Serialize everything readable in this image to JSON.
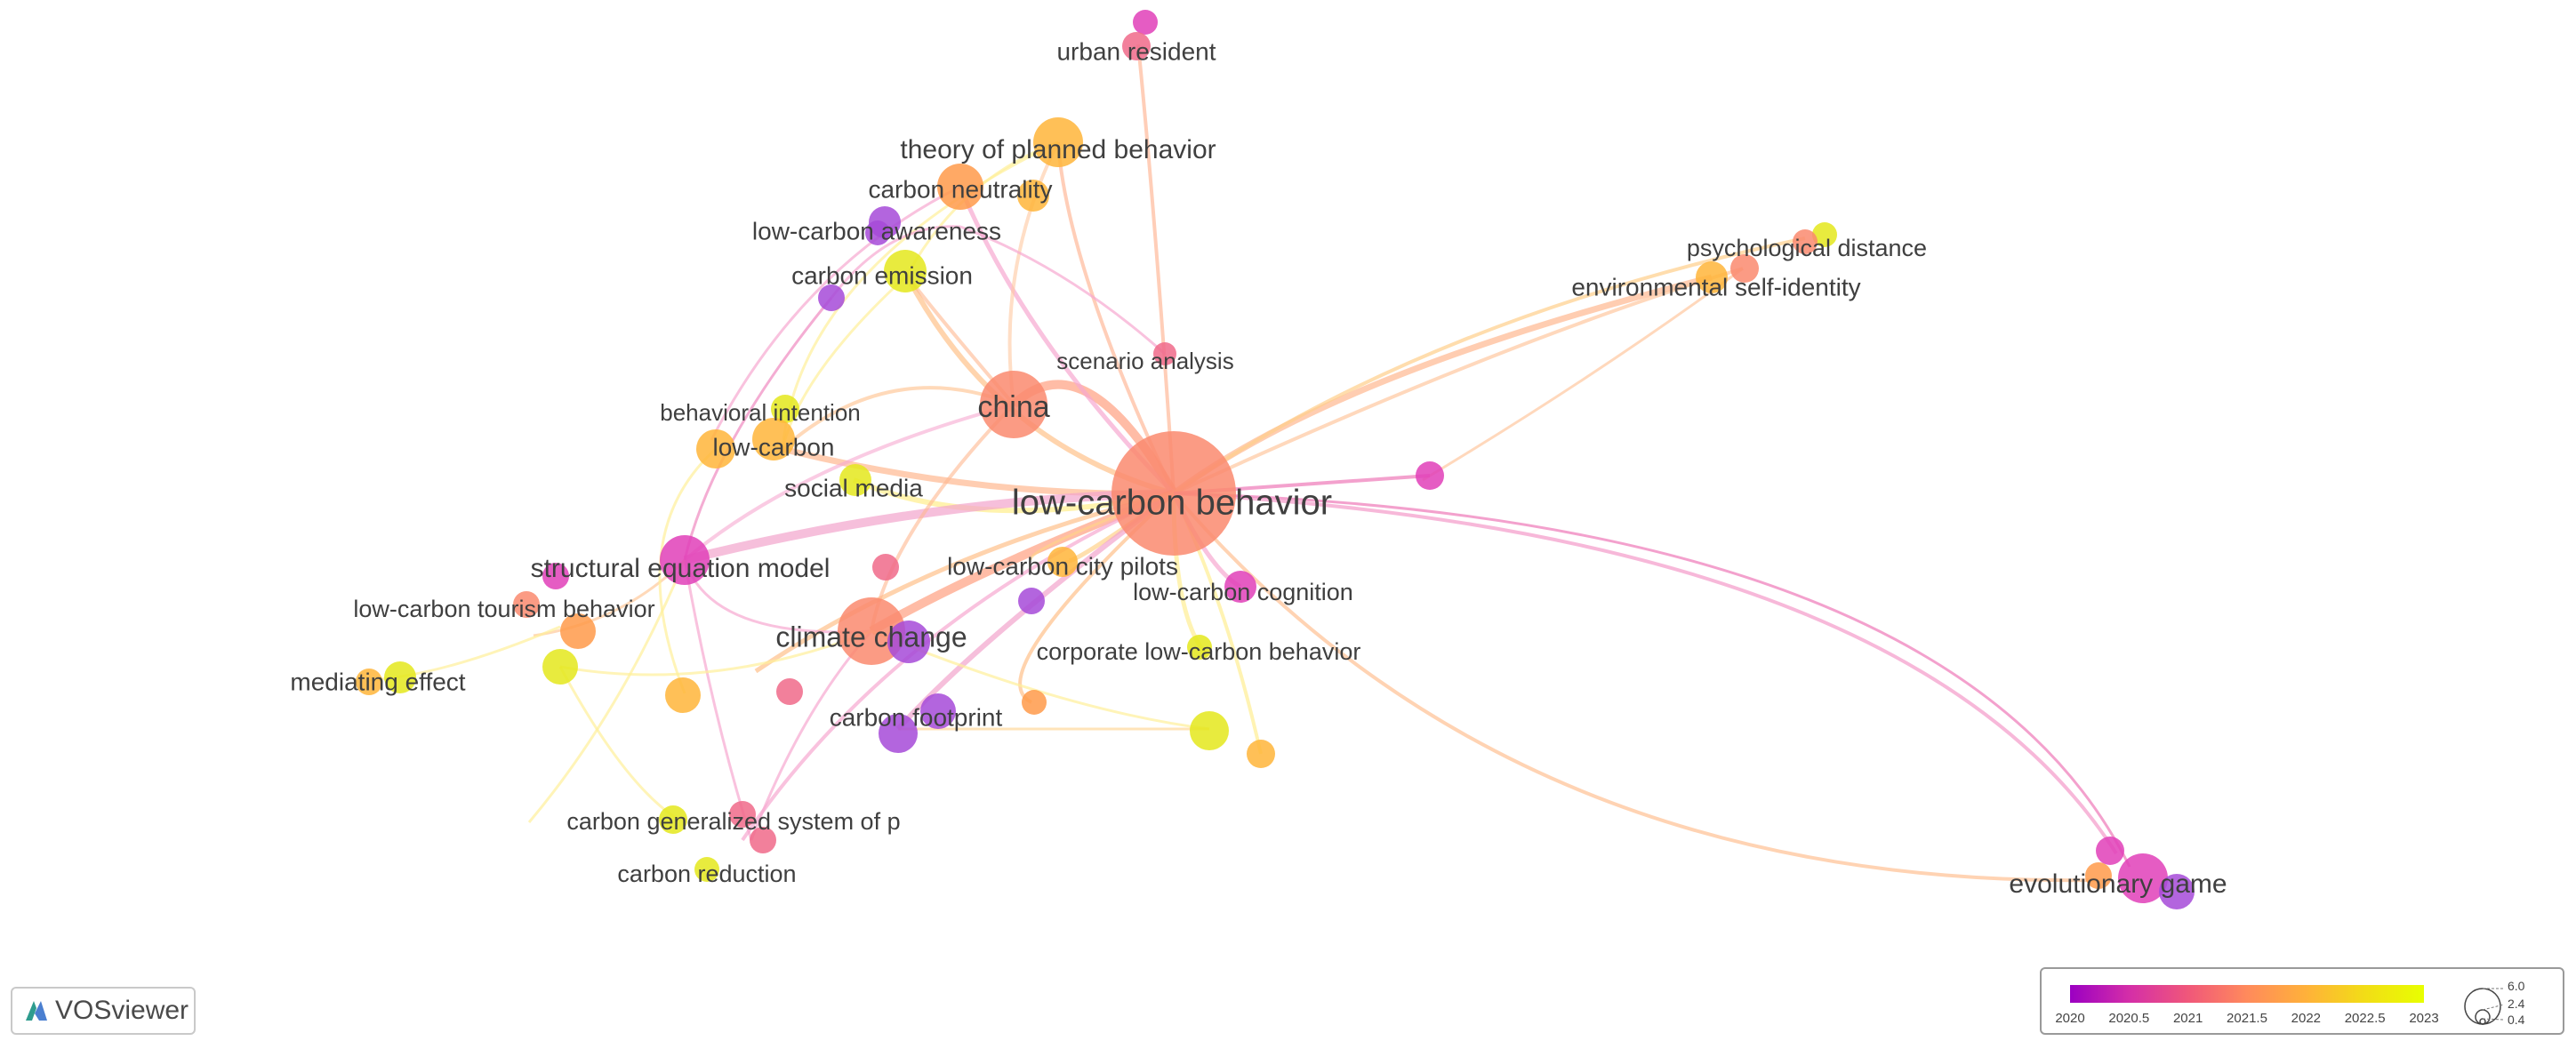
{
  "app": {
    "badge_text": "VOSviewer"
  },
  "network": {
    "labels": [
      {
        "id": "urban-resident",
        "text": "urban resident"
      },
      {
        "id": "theory-of-planned-behavior",
        "text": "theory of planned behavior"
      },
      {
        "id": "carbon-neutrality",
        "text": "carbon neutrality"
      },
      {
        "id": "low-carbon-awareness",
        "text": "low-carbon awareness"
      },
      {
        "id": "carbon-emission",
        "text": "carbon emission"
      },
      {
        "id": "psychological-distance",
        "text": "psychological distance"
      },
      {
        "id": "environmental-self-identity",
        "text": "environmental self-identity"
      },
      {
        "id": "scenario-analysis",
        "text": "scenario analysis"
      },
      {
        "id": "china",
        "text": "china"
      },
      {
        "id": "behavioral-intention",
        "text": "behavioral intention"
      },
      {
        "id": "low-carbon",
        "text": "low-carbon"
      },
      {
        "id": "social-media",
        "text": "social media"
      },
      {
        "id": "low-carbon-behavior",
        "text": "low-carbon behavior"
      },
      {
        "id": "structural-equation-model",
        "text": "structural equation model"
      },
      {
        "id": "low-carbon-city-pilots",
        "text": "low-carbon city pilots"
      },
      {
        "id": "low-carbon-cognition",
        "text": "low-carbon cognition"
      },
      {
        "id": "low-carbon-tourism-behavior",
        "text": "low-carbon tourism behavior"
      },
      {
        "id": "climate-change",
        "text": "climate change"
      },
      {
        "id": "corporate-low-carbon-behavior",
        "text": "corporate low-carbon behavior"
      },
      {
        "id": "mediating-effect",
        "text": "mediating effect"
      },
      {
        "id": "carbon-footprint",
        "text": "carbon footprint"
      },
      {
        "id": "carbon-generalized-system",
        "text": "carbon generalized system of p"
      },
      {
        "id": "carbon-reduction",
        "text": "carbon reduction"
      },
      {
        "id": "evolutionary-game",
        "text": "evolutionary game"
      }
    ]
  },
  "legend": {
    "scale_labels": [
      "2020",
      "2020.5",
      "2021",
      "2021.5",
      "2022",
      "2022.5",
      "2023"
    ],
    "gradient_colors": [
      "#9b00c2",
      "#d42ea8",
      "#f0577a",
      "#ff8a5c",
      "#ffb13a",
      "#f2dd16",
      "#e8ff00"
    ],
    "size_labels": [
      "6.0",
      "2.4",
      "0.4"
    ]
  },
  "colors": {
    "purple": "#a64ad8",
    "magenta": "#e040b8",
    "pink": "#f06a8a",
    "salmon": "#fa8a6e",
    "orange": "#ff9a4a",
    "gold": "#ffb53a",
    "yellow": "#e4e81c"
  }
}
